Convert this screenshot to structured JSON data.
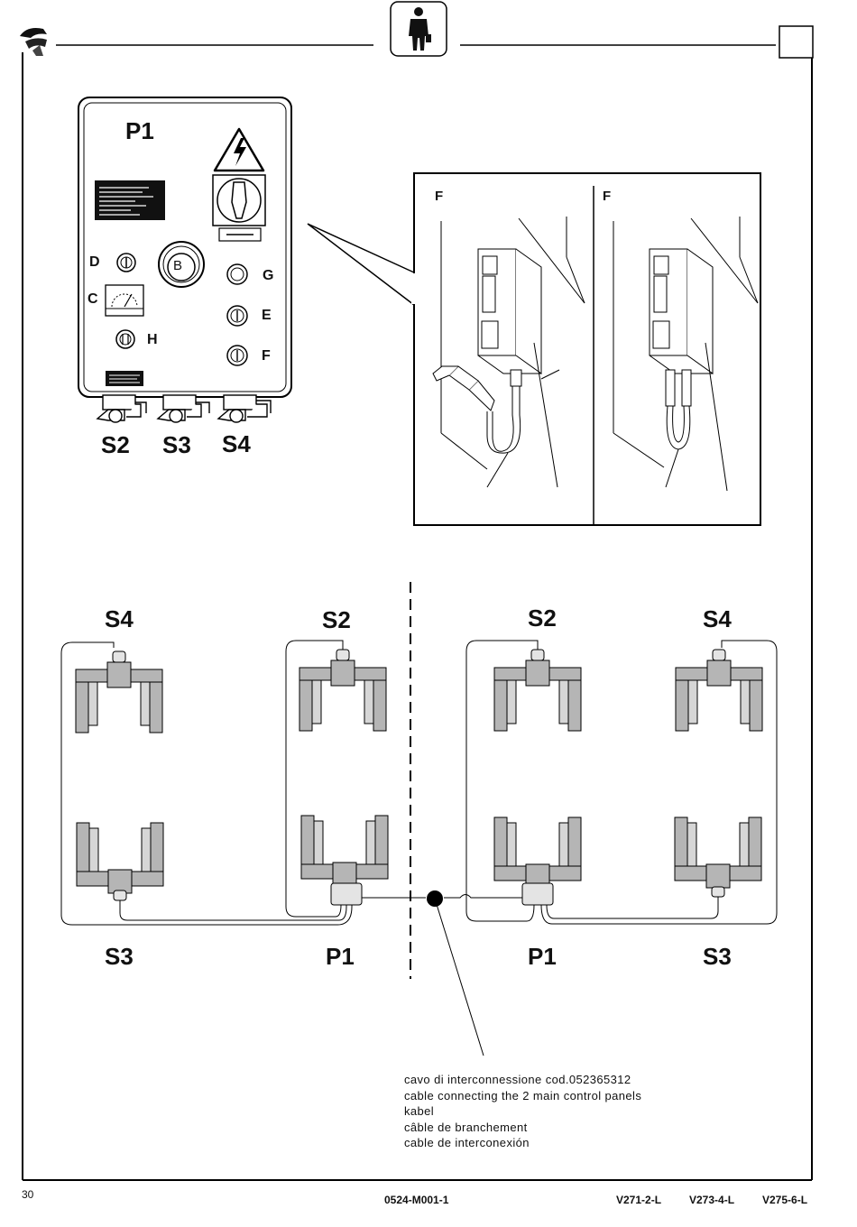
{
  "panel": {
    "title": "P1",
    "button_b": "B",
    "labels": {
      "d": "D",
      "c": "C",
      "h": "H",
      "g": "G",
      "e": "E",
      "f": "F"
    },
    "sockets": [
      "S2",
      "S3",
      "S4"
    ]
  },
  "detail": {
    "left_label": "F",
    "right_label": "F"
  },
  "wiring": {
    "top_labels": [
      "S4",
      "S2",
      "S2",
      "S4"
    ],
    "bottom_labels": [
      "S3",
      "P1",
      "P1",
      "S3"
    ]
  },
  "caption": {
    "lines": [
      "cavo di interconnessione   cod.052365312",
      "cable connecting the 2 main control panels",
      "kabel",
      "câble de branchement",
      "cable de interconexión"
    ]
  },
  "footer": {
    "page_number": "30",
    "doc_code": "0524-M001-1",
    "models": [
      "V271-2-L",
      "V273-4-L",
      "V275-6-L"
    ]
  },
  "icons": [
    "brand-logo-icon",
    "operator-person-icon",
    "high-voltage-warning-icon",
    "main-switch-icon"
  ]
}
